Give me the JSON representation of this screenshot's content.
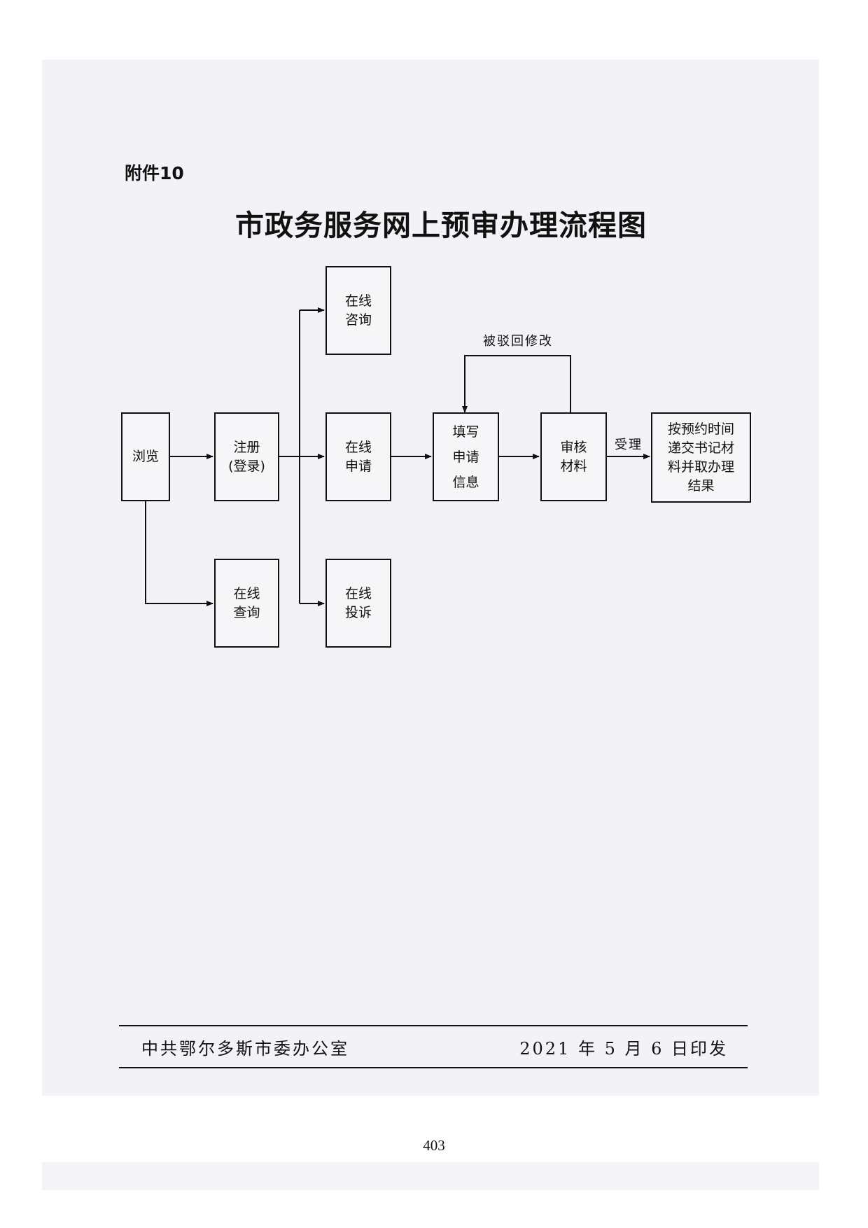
{
  "attachment_label": "附件10",
  "title": "市政务服务网上预审办理流程图",
  "nodes": {
    "browse": [
      "浏览"
    ],
    "register": [
      "注册",
      "(登录)"
    ],
    "online_consult": [
      "在线",
      "咨询"
    ],
    "online_apply": [
      "在线",
      "申请"
    ],
    "online_complaint": [
      "在线",
      "投诉"
    ],
    "online_query": [
      "在线",
      "查询"
    ],
    "fill_info": [
      "填写",
      "申请",
      "信息"
    ],
    "review": [
      "审核",
      "材料"
    ],
    "submit": [
      "按预约时间",
      "递交书记材",
      "料并取办理",
      "结果"
    ]
  },
  "edge_labels": {
    "rejected": "被驳回修改",
    "accepted": "受理"
  },
  "footer": {
    "issuer": "中共鄂尔多斯市委办公室",
    "date": "2021 年 5 月 6 日印发"
  },
  "page_number": "403"
}
